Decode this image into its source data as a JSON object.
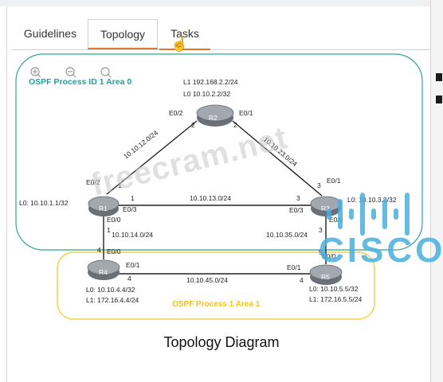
{
  "tabs": [
    {
      "label": "Guidelines"
    },
    {
      "label": "Topology"
    },
    {
      "label": "Tasks"
    }
  ],
  "areas": {
    "area0": "OSPF Process ID 1 Area 0",
    "area1": "OSPF Process 1 Area 1"
  },
  "routers": {
    "r1": "R1",
    "r2": "R2",
    "r3": "R3",
    "r4": "R4",
    "r5": "R5"
  },
  "loopbacks": {
    "r2_l1": "L1  192.168.2.2/24",
    "r2_l0": "L0  10.10.2.2/32",
    "r1_l0": "L0: 10.10.1.1/32",
    "r3_l0": "L0: 10.10.3.3/32",
    "r4_l0": "L0: 10.10.4.4/32",
    "r4_l1": "L1: 172.16.4.4/24",
    "r5_l0": "L0: 10.10.5.5/32",
    "r5_l1": "L1: 172.16.5.5/24"
  },
  "interfaces": {
    "r2_e02": "E0/2",
    "r2_e01": "E0/1",
    "r1_e02": "E0/2",
    "r1_e03": "E0/3",
    "r1_e00": "E0/0",
    "r3_e01": "E0/1",
    "r3_e03": "E0/3",
    "r3_e00": "E0/0",
    "r4_e00": "E0/0",
    "r4_e01": "E0/1",
    "r5_e01": "E0/1",
    "r5_e00": "E0/0"
  },
  "host_ids": {
    "r2_left": "2",
    "r2_right": "2",
    "r1_top": "1",
    "r1_right": "1",
    "r1_bottom": "1",
    "r3_top": "3",
    "r3_left": "3",
    "r3_bottom": "3",
    "r4_top": "4",
    "r4_right": "4",
    "r5_top": "5",
    "r5_left": "4"
  },
  "subnets": {
    "r1_r2": "10.10.12.0/24",
    "r2_r3": "10.10.23.0/24",
    "r1_r3": "10.10.13.0/24",
    "r1_r4": "10.10.14.0/24",
    "r3_r5": "10.10.35.0/24",
    "r4_r5": "10.10.45.0/24"
  },
  "diagram_title": "Topology Diagram",
  "watermark": "freecram.net",
  "logo_text": "CISCO",
  "colors": {
    "area0_border": "#2fa58d",
    "area0_text": "#1aa3a3",
    "area1_border": "#f0d24a",
    "area1_text": "#f0c419",
    "router": "#8a8f96",
    "tab_accent": "#e07a2e",
    "logo": "#48b0de"
  }
}
